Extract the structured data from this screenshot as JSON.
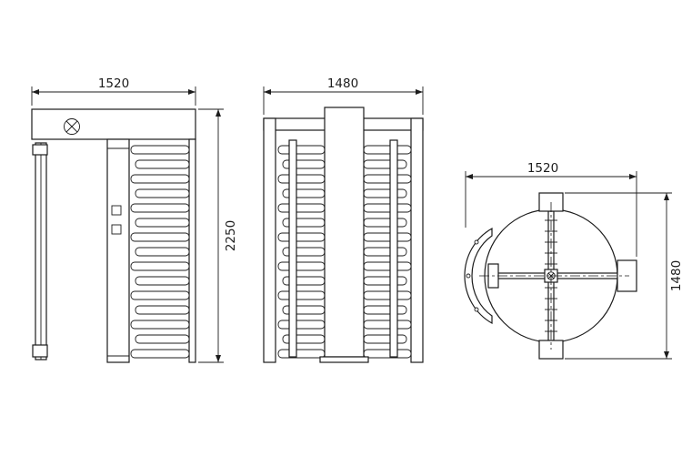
{
  "drawing": {
    "type": "technical-drawing",
    "subject": "full-height turnstile, three orthographic views",
    "front_view": {
      "width_label": "1520",
      "height_label": "2250"
    },
    "side_view": {
      "width_label": "1480"
    },
    "top_view": {
      "width_label": "1520",
      "depth_label": "1480"
    },
    "symbols": {
      "lock_indicator": "circled-cross"
    },
    "style": {
      "line_color": "#1c1c1c",
      "background": "#ffffff",
      "fill": "#ffffff"
    }
  }
}
